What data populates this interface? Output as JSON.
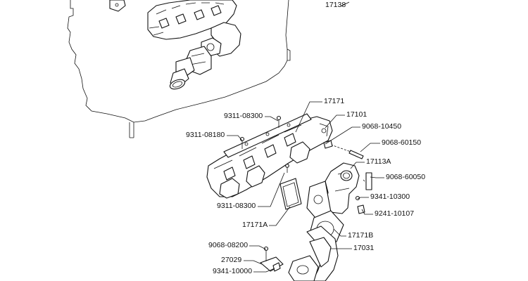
{
  "diagram": {
    "callouts": {
      "p17138": "17138",
      "p17171": "17171",
      "p17101": "17101",
      "p9311_08300_top": "9311-08300",
      "p9068_10450": "9068-10450",
      "p9311_08180": "9311-08180",
      "p9068_60150": "9068-60150",
      "p17113A": "17113A",
      "p9068_60050": "9068-60050",
      "p9341_10300": "9341-10300",
      "p9241_10107": "9241-10107",
      "p9311_08300_bottom": "9311-08300",
      "p17171A": "17171A",
      "p17171B": "17171B",
      "p9068_08200": "9068-08200",
      "p17031": "17031",
      "p27029": "27029",
      "p9341_10000": "9341-10000"
    }
  }
}
